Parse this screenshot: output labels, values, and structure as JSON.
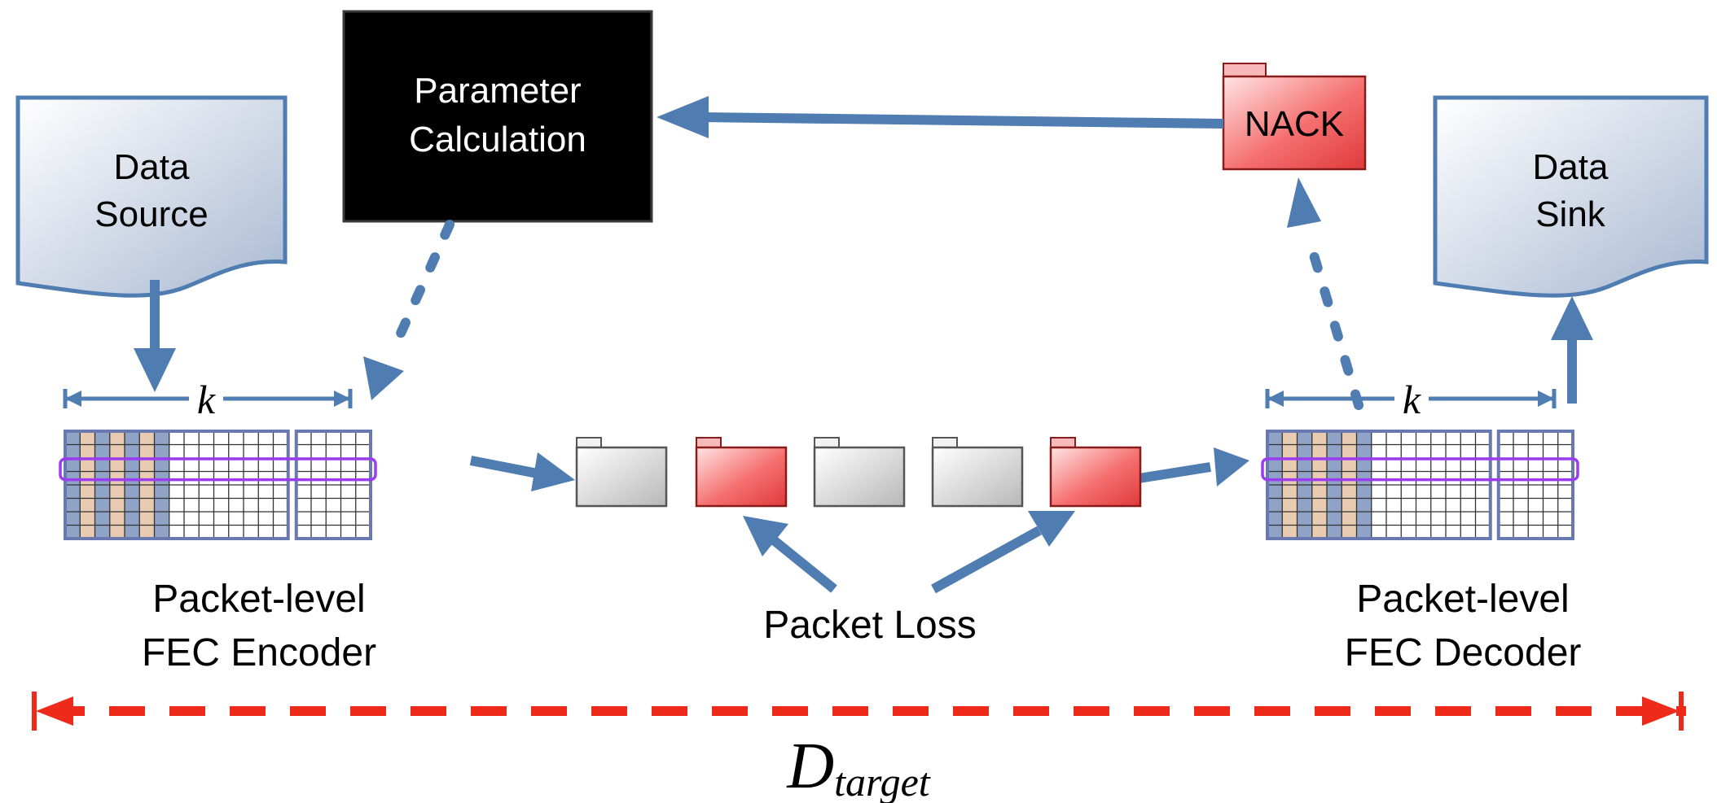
{
  "data_source": {
    "line1": "Data",
    "line2": "Source"
  },
  "parameter_calculation": {
    "line1": "Parameter",
    "line2": "Calculation"
  },
  "nack": {
    "label": "NACK"
  },
  "data_sink": {
    "line1": "Data",
    "line2": "Sink"
  },
  "encoder": {
    "k_label": "k",
    "line1": "Packet-level",
    "line2": "FEC Encoder"
  },
  "decoder": {
    "k_label": "k",
    "line1": "Packet-level",
    "line2": "FEC Decoder"
  },
  "channel": {
    "packets": [
      "ok",
      "lost",
      "ok",
      "ok",
      "lost"
    ],
    "loss_label": "Packet Loss"
  },
  "target": {
    "base": "D",
    "subscript": "target"
  },
  "colors": {
    "arrow": "#4f7cb1",
    "loss_red": "#ee2a1b",
    "packet_lost": "#f46a6a",
    "packet_ok": "#d6d6d6",
    "doc_fill": "#c4d0e2",
    "stripe_blue": "#8ea3c6",
    "stripe_tan": "#e8cbb0",
    "row_highlight": "#9b3cf0"
  }
}
